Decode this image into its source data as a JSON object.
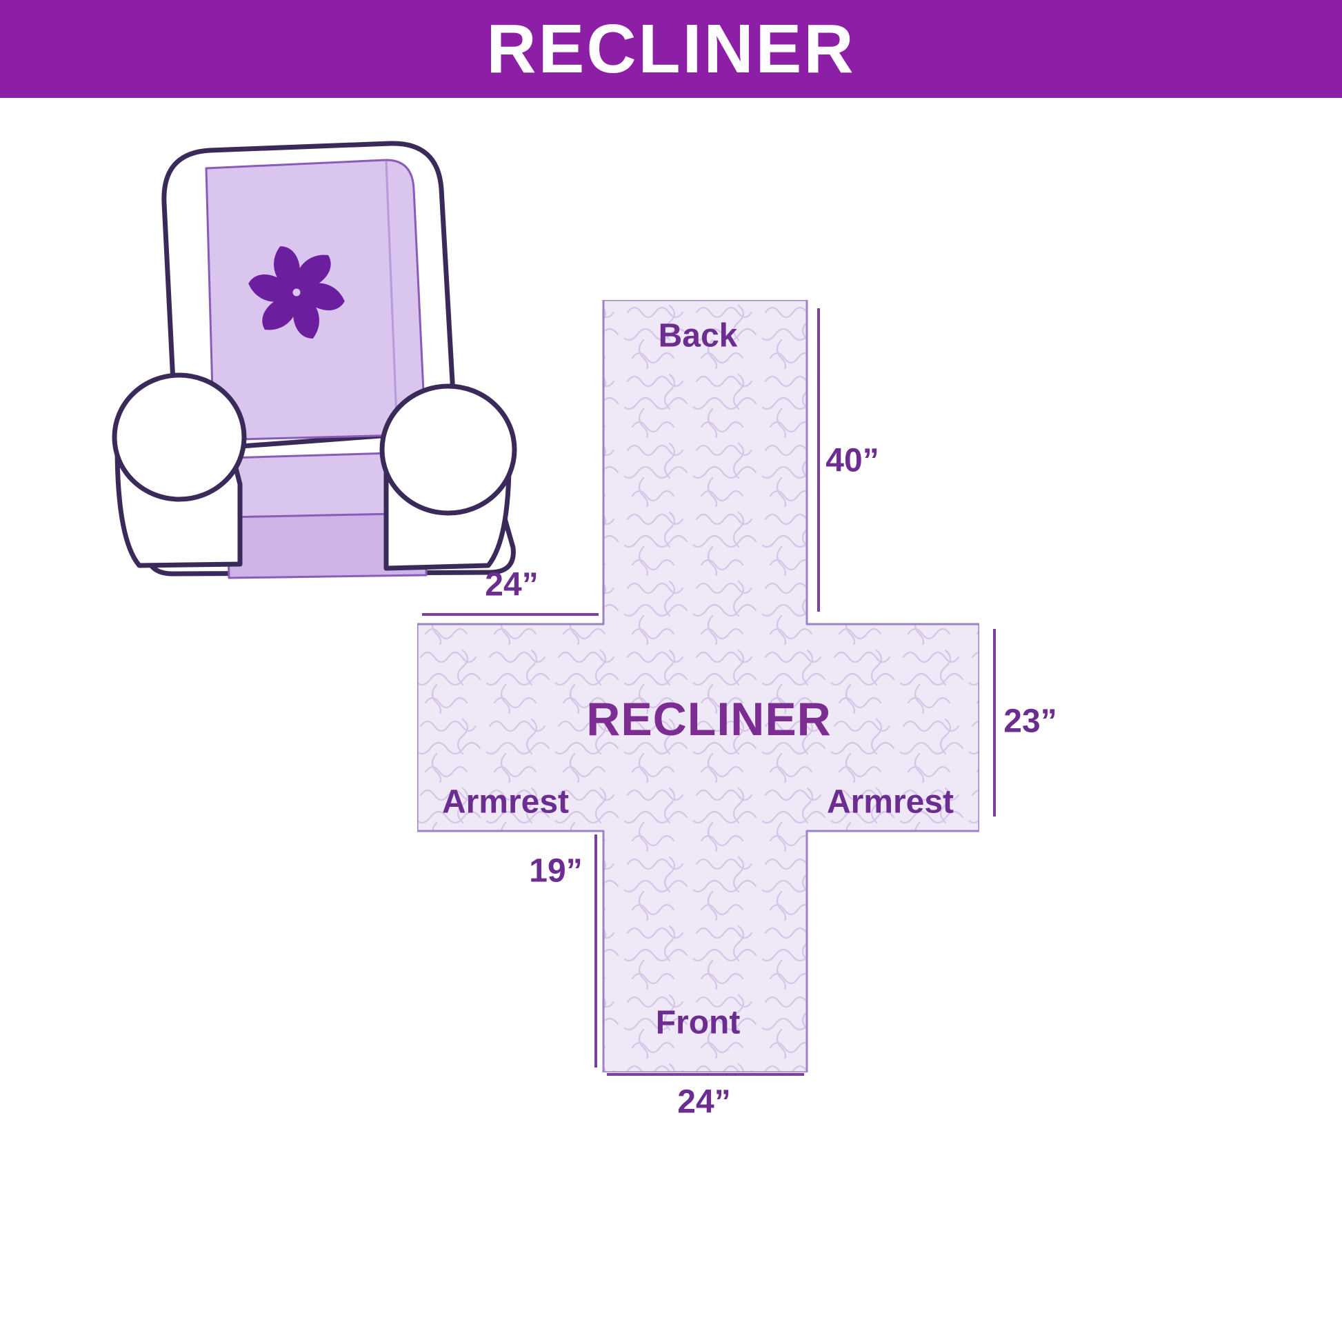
{
  "header": {
    "title": "RECLINER"
  },
  "colors": {
    "banner": "#8d1fa6",
    "label_text": "#6c2d91",
    "cover_fill": "#efe8f7",
    "cover_pattern_line": "#d5c5e9",
    "chair_cover": "#d9c5ee",
    "chair_outline": "#3a2a5a",
    "pinwheel": "#6b1f9e",
    "dimension_line": "#7b3fa0"
  },
  "icons": {
    "pinwheel": "pinwheel-flower-logo"
  },
  "diagram": {
    "center_label": "RECLINER",
    "back_label": "Back",
    "front_label": "Front",
    "armrest_left_label": "Armrest",
    "armrest_right_label": "Armrest",
    "dim_back_height": "40”",
    "dim_top_width": "24”",
    "dim_armrest_height": "23”",
    "dim_front_height": "19”",
    "dim_front_width": "24”"
  }
}
